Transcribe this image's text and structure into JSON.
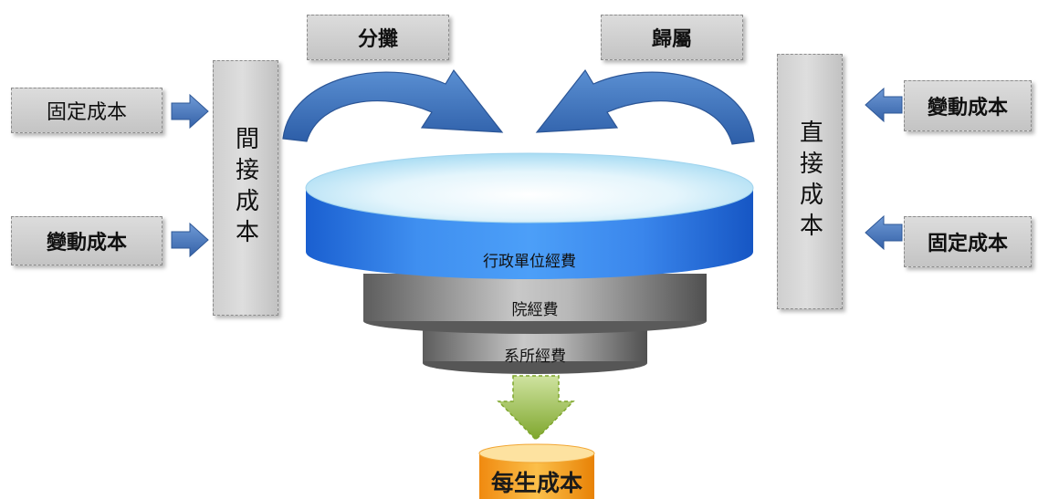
{
  "left_inputs": {
    "fixed_cost": "固定成本",
    "variable_cost": "變動成本"
  },
  "right_inputs": {
    "variable_cost": "變動成本",
    "fixed_cost": "固定成本"
  },
  "indirect_cost": "間接成本",
  "direct_cost": "直接成本",
  "allocation_label": "分攤",
  "attribution_label": "歸屬",
  "tiers": {
    "admin": "行政單位經費",
    "college": "院經費",
    "department": "系所經費"
  },
  "result": "每生成本",
  "colors": {
    "box_fill": "#d3d3d3",
    "arrow_blue": "#3b6fb6",
    "disc_blue": "#1f6fd8",
    "tier_gray": "#8a8a8a",
    "result_orange": "#f7a21b",
    "down_arrow_green": "#8fb83a"
  }
}
